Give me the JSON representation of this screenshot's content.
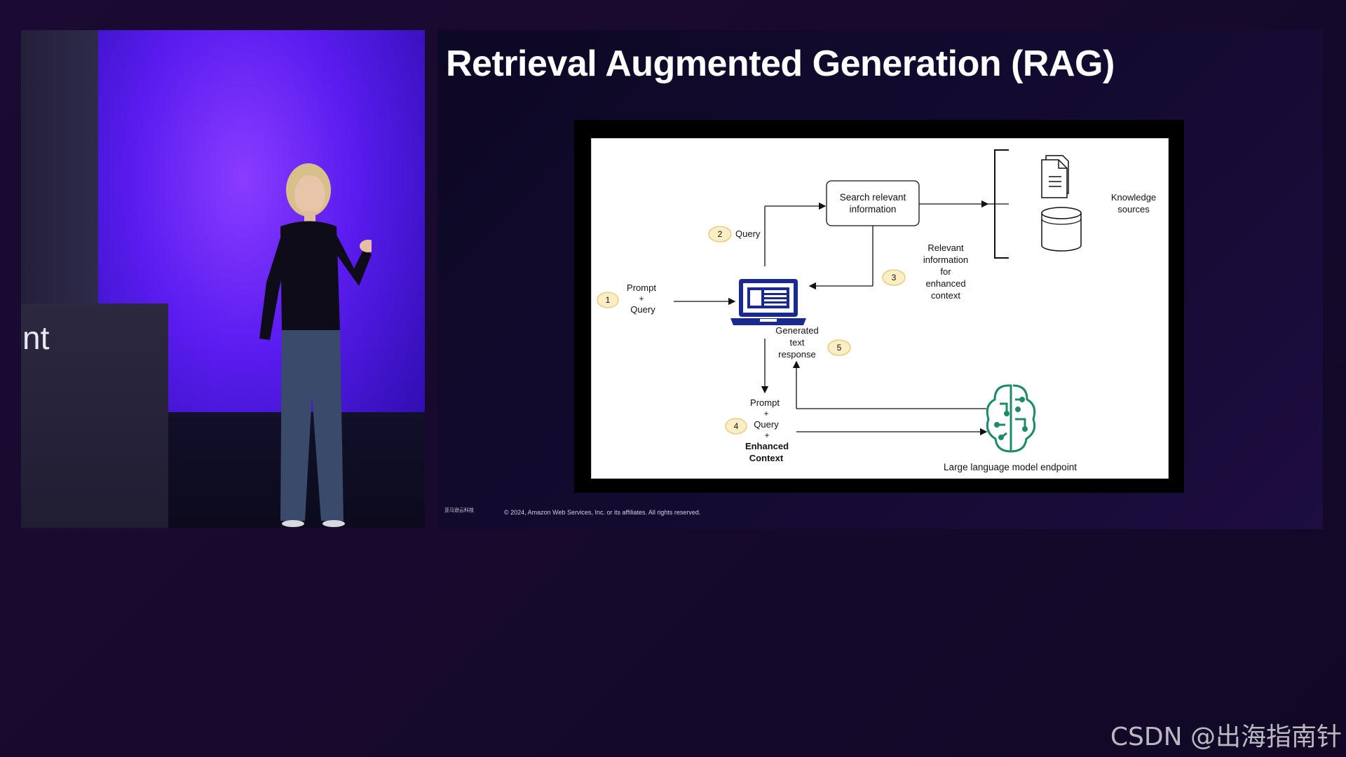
{
  "speaker_video": {
    "podium_text": "nt"
  },
  "slide": {
    "title": "Retrieval Augmented Generation (RAG)",
    "logo_text": "亚马逊云科技",
    "footer": "© 2024, Amazon Web Services, Inc. or its affiliates. All rights reserved."
  },
  "diagram": {
    "search_box_line1": "Search relevant",
    "search_box_line2": "information",
    "knowledge_line1": "Knowledge",
    "knowledge_line2": "sources",
    "step1": "1",
    "step1_line1": "Prompt",
    "step1_line2": "+",
    "step1_line3": "Query",
    "step2": "2",
    "step2_label": "Query",
    "step3": "3",
    "step3_line1": "Relevant",
    "step3_line2": "information",
    "step3_line3": "for",
    "step3_line4": "enhanced",
    "step3_line5": "context",
    "step4": "4",
    "step4_line1": "Prompt",
    "step4_line2": "+",
    "step4_line3": "Query",
    "step4_line4": "+",
    "step4_line5": "Enhanced",
    "step4_line6": "Context",
    "step5": "5",
    "step5_line1": "Generated",
    "step5_line2": "text",
    "step5_line3": "response",
    "llm_label": "Large language model endpoint",
    "colors": {
      "laptop": "#1a2a8c",
      "brain": "#1f8a6a",
      "badge_fill": "#fbedc4",
      "badge_stroke": "#e0c878"
    }
  },
  "watermark": "CSDN @出海指南针"
}
